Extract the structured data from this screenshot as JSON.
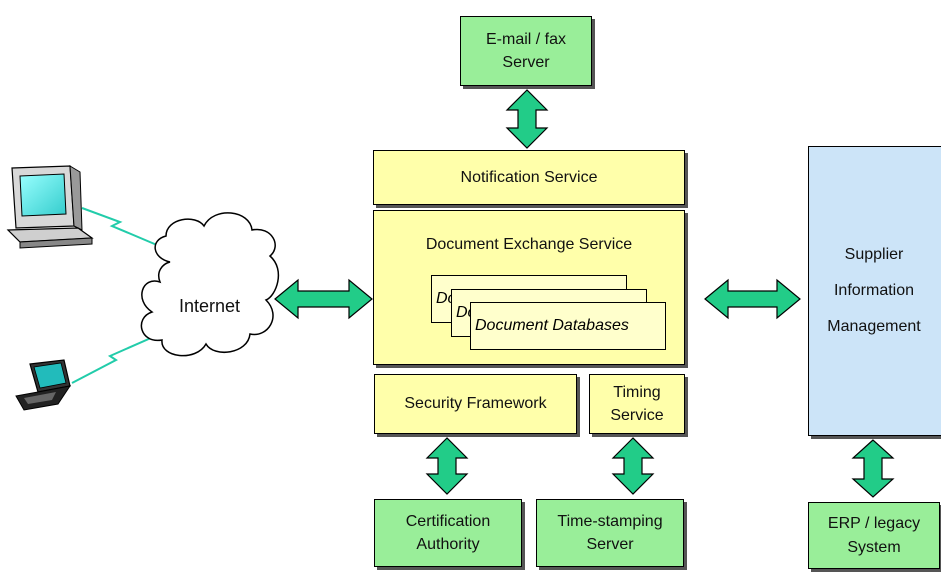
{
  "email_server": {
    "label": "E-mail / fax\nServer"
  },
  "notification_service": {
    "label": "Notification Service"
  },
  "document_exchange": {
    "label": "Document Exchange Service",
    "db_stack": [
      "Do",
      "Do",
      "Document Databases"
    ]
  },
  "security_framework": {
    "label": "Security Framework"
  },
  "timing_service": {
    "label": "Timing\nService"
  },
  "certification_authority": {
    "label": "Certification\nAuthority"
  },
  "timestamping_server": {
    "label": "Time-stamping\nServer"
  },
  "supplier_info": {
    "label": "Supplier\nInformation\nManagement"
  },
  "erp_system": {
    "label": "ERP / legacy\nSystem"
  },
  "internet": {
    "label": "Internet"
  },
  "colors": {
    "green": "#99ee99",
    "yellow": "#ffffaa",
    "blue": "#cce4f8",
    "arrow": "#22cc88"
  }
}
